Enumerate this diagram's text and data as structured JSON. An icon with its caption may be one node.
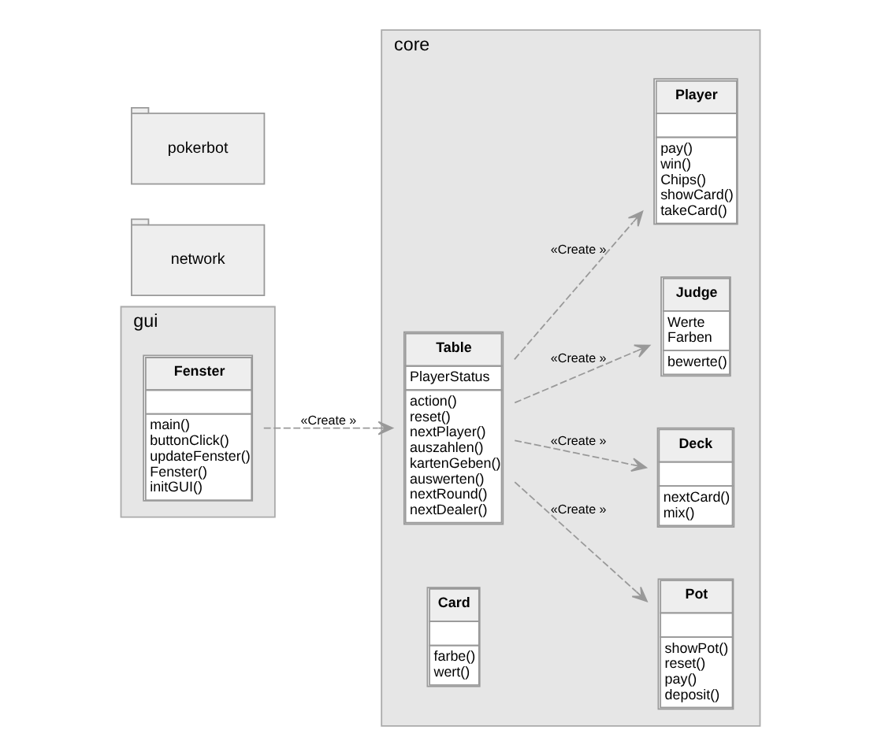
{
  "diagram": {
    "nodes": [
      {
        "text": [
          "gui"
        ]
      },
      {
        "text": [
          "Fenster",
          "main() buttonClick() updateFenster() Fenster() initGUI()"
        ],
        "in": 0
      },
      {
        "text": [
          "network"
        ]
      },
      {
        "text": [
          "pokerbot"
        ]
      },
      {
        "text": [
          "core"
        ]
      },
      {
        "text": [
          "Pot",
          "showPot() reset() pay() deposit()"
        ],
        "in": 4
      },
      {
        "text": [
          "Deck",
          "nextCard() mix()"
        ],
        "in": 4
      },
      {
        "text": [
          "Table",
          "PlayerStatus",
          "action() reset() nextPlayer() auszahlen() kartenGeben() auswerten() nextRound() nextDealer()"
        ],
        "in": 4
      },
      {
        "text": [
          "Judge",
          "Werte Farben",
          "bewerte()"
        ],
        "in": 4
      },
      {
        "text": [
          "Player",
          "pay() win() Chips() showCard() takeCard()"
        ],
        "in": 4
      },
      {
        "text": [
          "Card",
          "farbe() wert()"
        ],
        "in": 4
      }
    ],
    "edges": [
      {
        "from": 1,
        "to": 7,
        "arrow": "to",
        "label": "«Create »",
        "style": "dashed"
      },
      {
        "from": 7,
        "to": 5,
        "arrow": "to",
        "label": "«Create »",
        "style": "dashed"
      },
      {
        "from": 7,
        "to": 6,
        "arrow": "to",
        "label": "«Create »",
        "style": "dashed"
      },
      {
        "from": 7,
        "to": 8,
        "arrow": "to",
        "label": "«Create »",
        "style": "dashed"
      },
      {
        "from": 7,
        "to": 9,
        "arrow": "to",
        "label": "«Create »",
        "style": "dashed"
      }
    ]
  }
}
